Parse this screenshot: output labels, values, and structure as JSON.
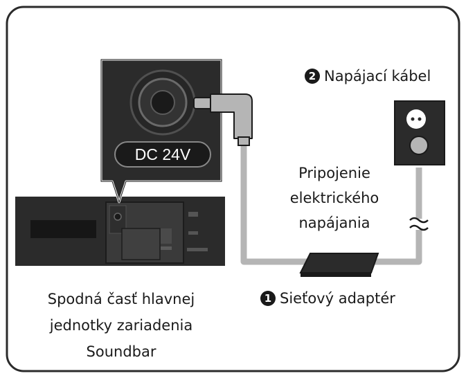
{
  "dc_label": "DC 24V",
  "power_cable": {
    "number": "2",
    "label": "Napájací kábel"
  },
  "adapter": {
    "number": "1",
    "label": "Sieťový adaptér"
  },
  "connection": {
    "lines": [
      "Pripojenie",
      "elektrického",
      "napájania"
    ]
  },
  "soundbar_bottom": {
    "lines": [
      "Spodná časť hlavnej",
      "jednotky zariadenia",
      "Soundbar"
    ]
  },
  "colors": {
    "dark": "#2b2b2b",
    "cable": "#b5b5b5",
    "outline": "#1a1a1a"
  }
}
